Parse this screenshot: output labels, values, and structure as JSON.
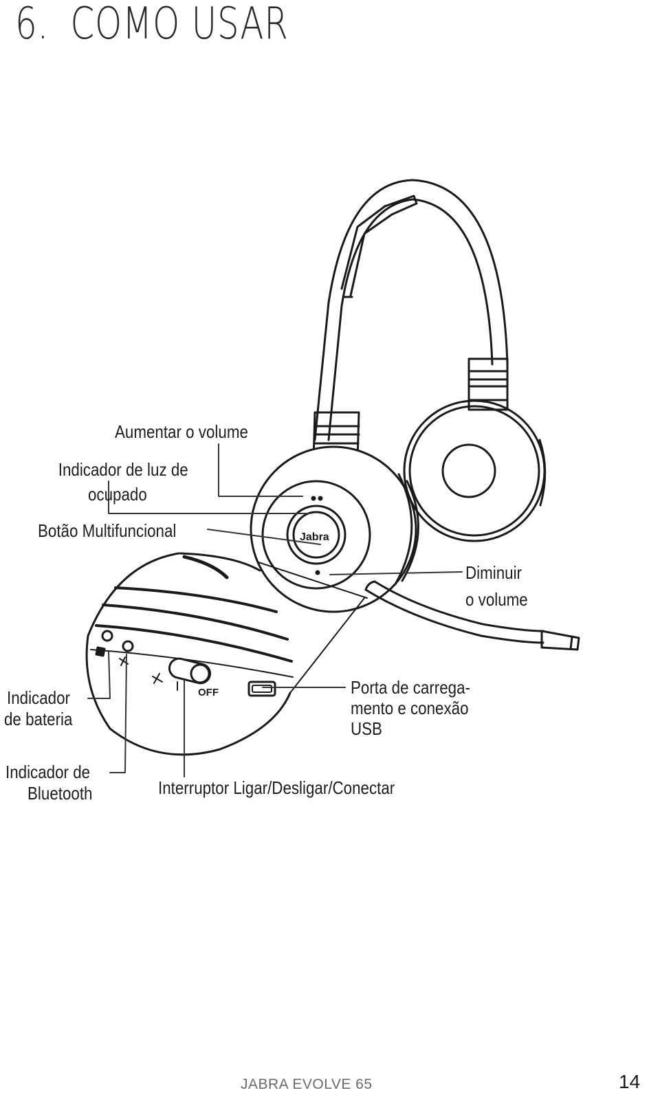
{
  "section": {
    "number": "6.",
    "title": "COMO USAR"
  },
  "labels": {
    "volume_up": "Aumentar o volume",
    "busy_light_line1": "Indicador de luz de",
    "busy_light_line2": "ocupado",
    "multifunction": "Botão Multifuncional",
    "volume_down_line1": "Diminuir",
    "volume_down_line2": "o volume",
    "battery_line1": "Indicador",
    "battery_line2": "de bateria",
    "bluetooth_line1": "Indicador de",
    "bluetooth_line2": "Bluetooth",
    "usb_line1": "Porta de carrega-",
    "usb_line2": "mento e conexão",
    "usb_line3": "USB",
    "power_switch": "Interruptor Ligar/Desligar/Conectar"
  },
  "device": {
    "brand_mark": "Jabra",
    "switch_off": "OFF"
  },
  "footer": {
    "product": "JABRA EVOLVE 65",
    "page": "14"
  }
}
